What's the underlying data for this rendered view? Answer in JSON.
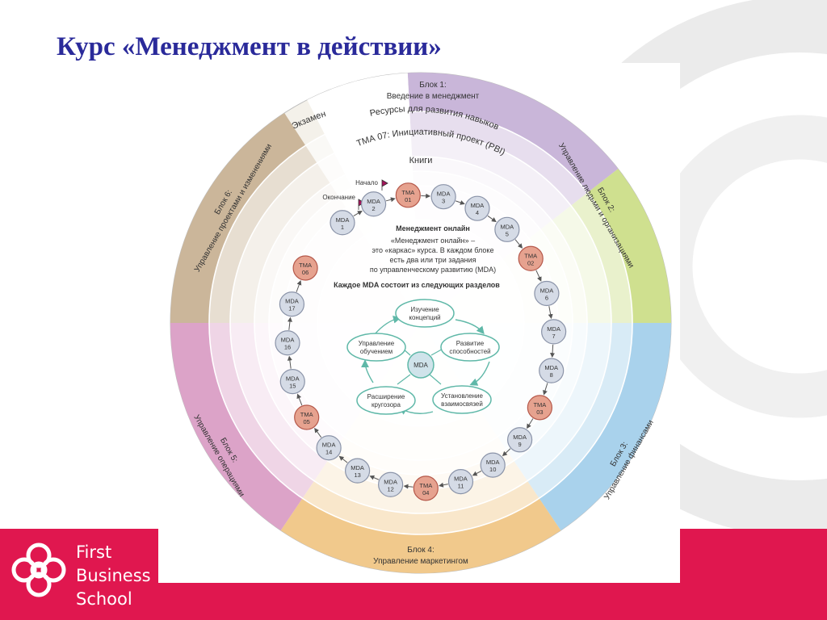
{
  "slide": {
    "title": "Курс «Менеджмент в действии»"
  },
  "logo": {
    "line1": "First",
    "line2": "Business",
    "line3": "School"
  },
  "colors": {
    "title": "#2a2a9a",
    "brand_red": "#e0174f",
    "block1": "#c9b6d9",
    "block2": "#cfe08f",
    "block3": "#a9d2ec",
    "block4": "#f1c98c",
    "block5": "#dca3c8",
    "block6": "#cbb69a",
    "tma_node": "#e6a28f",
    "mda_node": "#d5dbe6"
  },
  "diagram": {
    "blocks": [
      {
        "line1": "Блок 1:",
        "line2": "Введение в менеджмент"
      },
      {
        "line1": "Блок 2:",
        "line2": "Управление людьми и организациями"
      },
      {
        "line1": "Блок 3:",
        "line2": "Управление финансами"
      },
      {
        "line1": "Блок 4:",
        "line2": "Управление маркетингом"
      },
      {
        "line1": "Блок 5:",
        "line2": "Управление операциями"
      },
      {
        "line1": "Блок 6:",
        "line2": "Управление проектами и изменениями"
      }
    ],
    "rings": {
      "exam": "Экзамен",
      "resources": "Ресурсы для развития навыков",
      "tma07": "ТМА 07: Инициативный проект (PBI)",
      "books": "Книги"
    },
    "start_label": "Начало",
    "end_label": "Окончание",
    "center": {
      "heading": "Менеджмент онлайн",
      "desc1": "«Менеджмент онлайн» –",
      "desc2": "это «каркас» курса. В каждом блоке",
      "desc3": "есть два или три задания",
      "desc4": "по управленческому развитию (MDA)",
      "desc5": "Каждое MDA состоит из следующих разделов"
    },
    "cycle": {
      "hub": "MDA",
      "items": [
        {
          "line1": "Изучение",
          "line2": "концепций"
        },
        {
          "line1": "Развитие",
          "line2": "способностей"
        },
        {
          "line1": "Установление",
          "line2": "взаимосвязей"
        },
        {
          "line1": "Расширение",
          "line2": "кругозора"
        },
        {
          "line1": "Управление",
          "line2": "обучением"
        }
      ]
    },
    "nodes": [
      {
        "top": "MDA",
        "num": "1",
        "kind": "mda"
      },
      {
        "top": "MDA",
        "num": "2",
        "kind": "mda"
      },
      {
        "top": "TMA",
        "num": "01",
        "kind": "tma"
      },
      {
        "top": "MDA",
        "num": "3",
        "kind": "mda"
      },
      {
        "top": "MDA",
        "num": "4",
        "kind": "mda"
      },
      {
        "top": "MDA",
        "num": "5",
        "kind": "mda"
      },
      {
        "top": "TMA",
        "num": "02",
        "kind": "tma"
      },
      {
        "top": "MDA",
        "num": "6",
        "kind": "mda"
      },
      {
        "top": "MDA",
        "num": "7",
        "kind": "mda"
      },
      {
        "top": "MDA",
        "num": "8",
        "kind": "mda"
      },
      {
        "top": "TMA",
        "num": "03",
        "kind": "tma"
      },
      {
        "top": "MDA",
        "num": "9",
        "kind": "mda"
      },
      {
        "top": "MDA",
        "num": "10",
        "kind": "mda"
      },
      {
        "top": "MDA",
        "num": "11",
        "kind": "mda"
      },
      {
        "top": "TMA",
        "num": "04",
        "kind": "tma"
      },
      {
        "top": "MDA",
        "num": "12",
        "kind": "mda"
      },
      {
        "top": "MDA",
        "num": "13",
        "kind": "mda"
      },
      {
        "top": "MDA",
        "num": "14",
        "kind": "mda"
      },
      {
        "top": "TMA",
        "num": "05",
        "kind": "tma"
      },
      {
        "top": "MDA",
        "num": "15",
        "kind": "mda"
      },
      {
        "top": "MDA",
        "num": "16",
        "kind": "mda"
      },
      {
        "top": "MDA",
        "num": "17",
        "kind": "mda"
      },
      {
        "top": "TMA",
        "num": "06",
        "kind": "tma"
      }
    ]
  }
}
